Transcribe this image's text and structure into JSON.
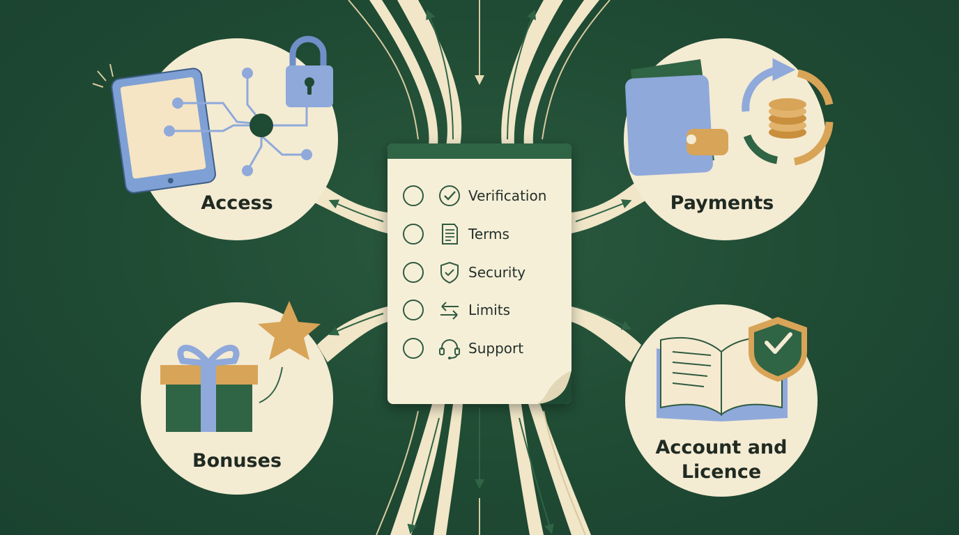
{
  "checklist": {
    "items": [
      {
        "label": "Verification",
        "icon": "check-circle-icon"
      },
      {
        "label": "Terms",
        "icon": "document-icon"
      },
      {
        "label": "Security",
        "icon": "shield-check-icon"
      },
      {
        "label": "Limits",
        "icon": "swap-arrows-icon"
      },
      {
        "label": "Support",
        "icon": "headset-icon"
      }
    ]
  },
  "nodes": {
    "access": {
      "label": "Access",
      "icon": "tablet-network-lock-icon"
    },
    "payments": {
      "label": "Payments",
      "icon": "wallet-coins-icon"
    },
    "bonuses": {
      "label": "Bonuses",
      "icon": "gift-star-icon"
    },
    "account": {
      "label_line1": "Account and",
      "label_line2": "Licence",
      "icon": "book-shield-icon"
    }
  },
  "colors": {
    "background": "#1f4a33",
    "cream": "#f6efd8",
    "dark_green": "#2f6445",
    "blue": "#8fa9da",
    "gold": "#d8a457"
  }
}
